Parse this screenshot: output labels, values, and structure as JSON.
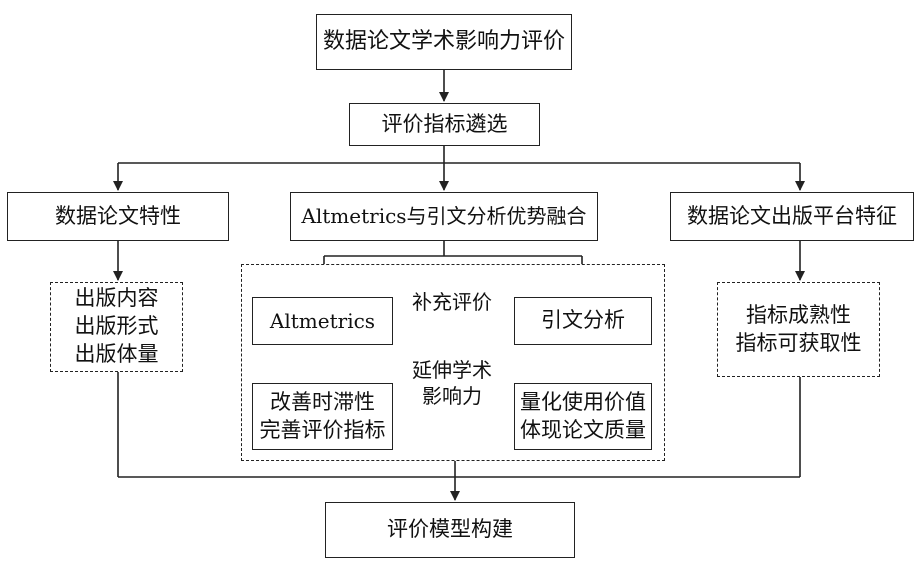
{
  "nodes": {
    "top": "数据论文学术影响力评价",
    "select": "评价指标遴选",
    "left": "数据论文特性",
    "center": "Altmetrics与引文分析优势融合",
    "right": "数据论文出版平台特征",
    "left_sub": "出版内容\n出版形式\n出版体量",
    "right_sub": "指标成熟性\n指标可获取性",
    "altmetrics": "Altmetrics",
    "citation": "引文分析",
    "improve": "改善时滞性\n完善评价指标",
    "quantify": "量化使用价值\n体现论文质量",
    "bottom": "评价模型构建"
  },
  "edges": {
    "supplement": "补充评价",
    "extend": "延伸学术\n影响力"
  }
}
